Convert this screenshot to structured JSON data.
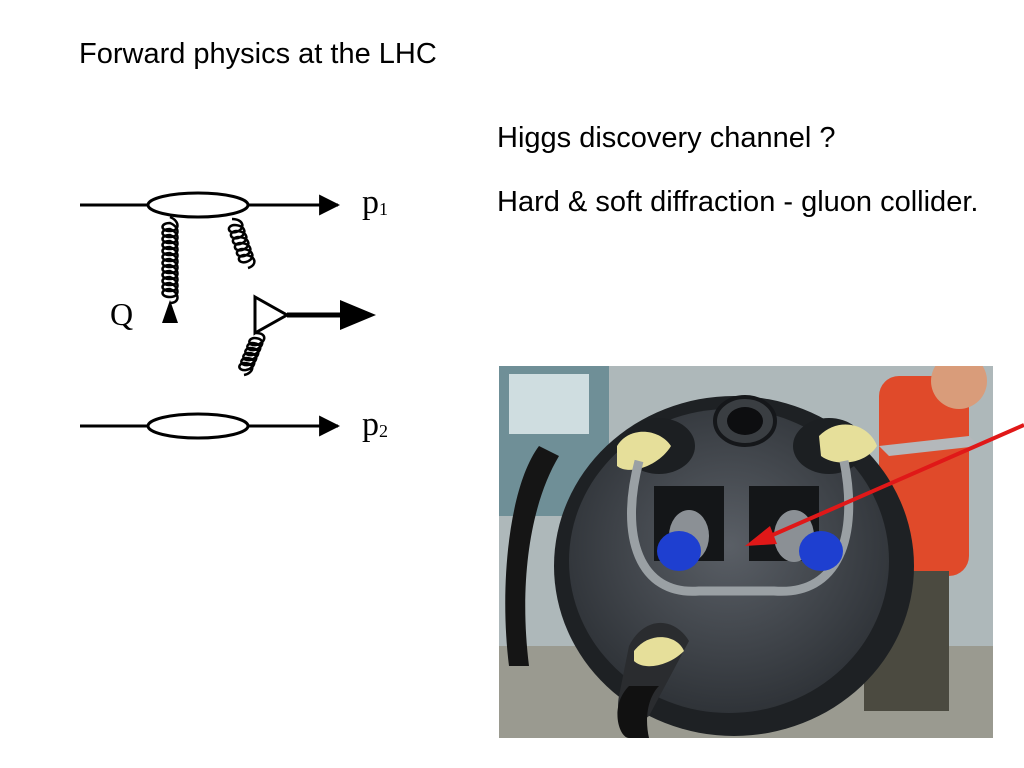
{
  "slide": {
    "title": "Forward physics at the LHC",
    "points": [
      "Higgs discovery channel ?",
      "Hard & soft diffraction - gluon collider."
    ]
  },
  "diagram": {
    "labels": {
      "p1": "p",
      "p1_sub": "1",
      "p2": "p",
      "p2_sub": "2",
      "q": "Q"
    }
  },
  "colors": {
    "arrow": "#e01818",
    "cap_blue": "#1e3fd0",
    "shirt": "#e04a2a"
  }
}
